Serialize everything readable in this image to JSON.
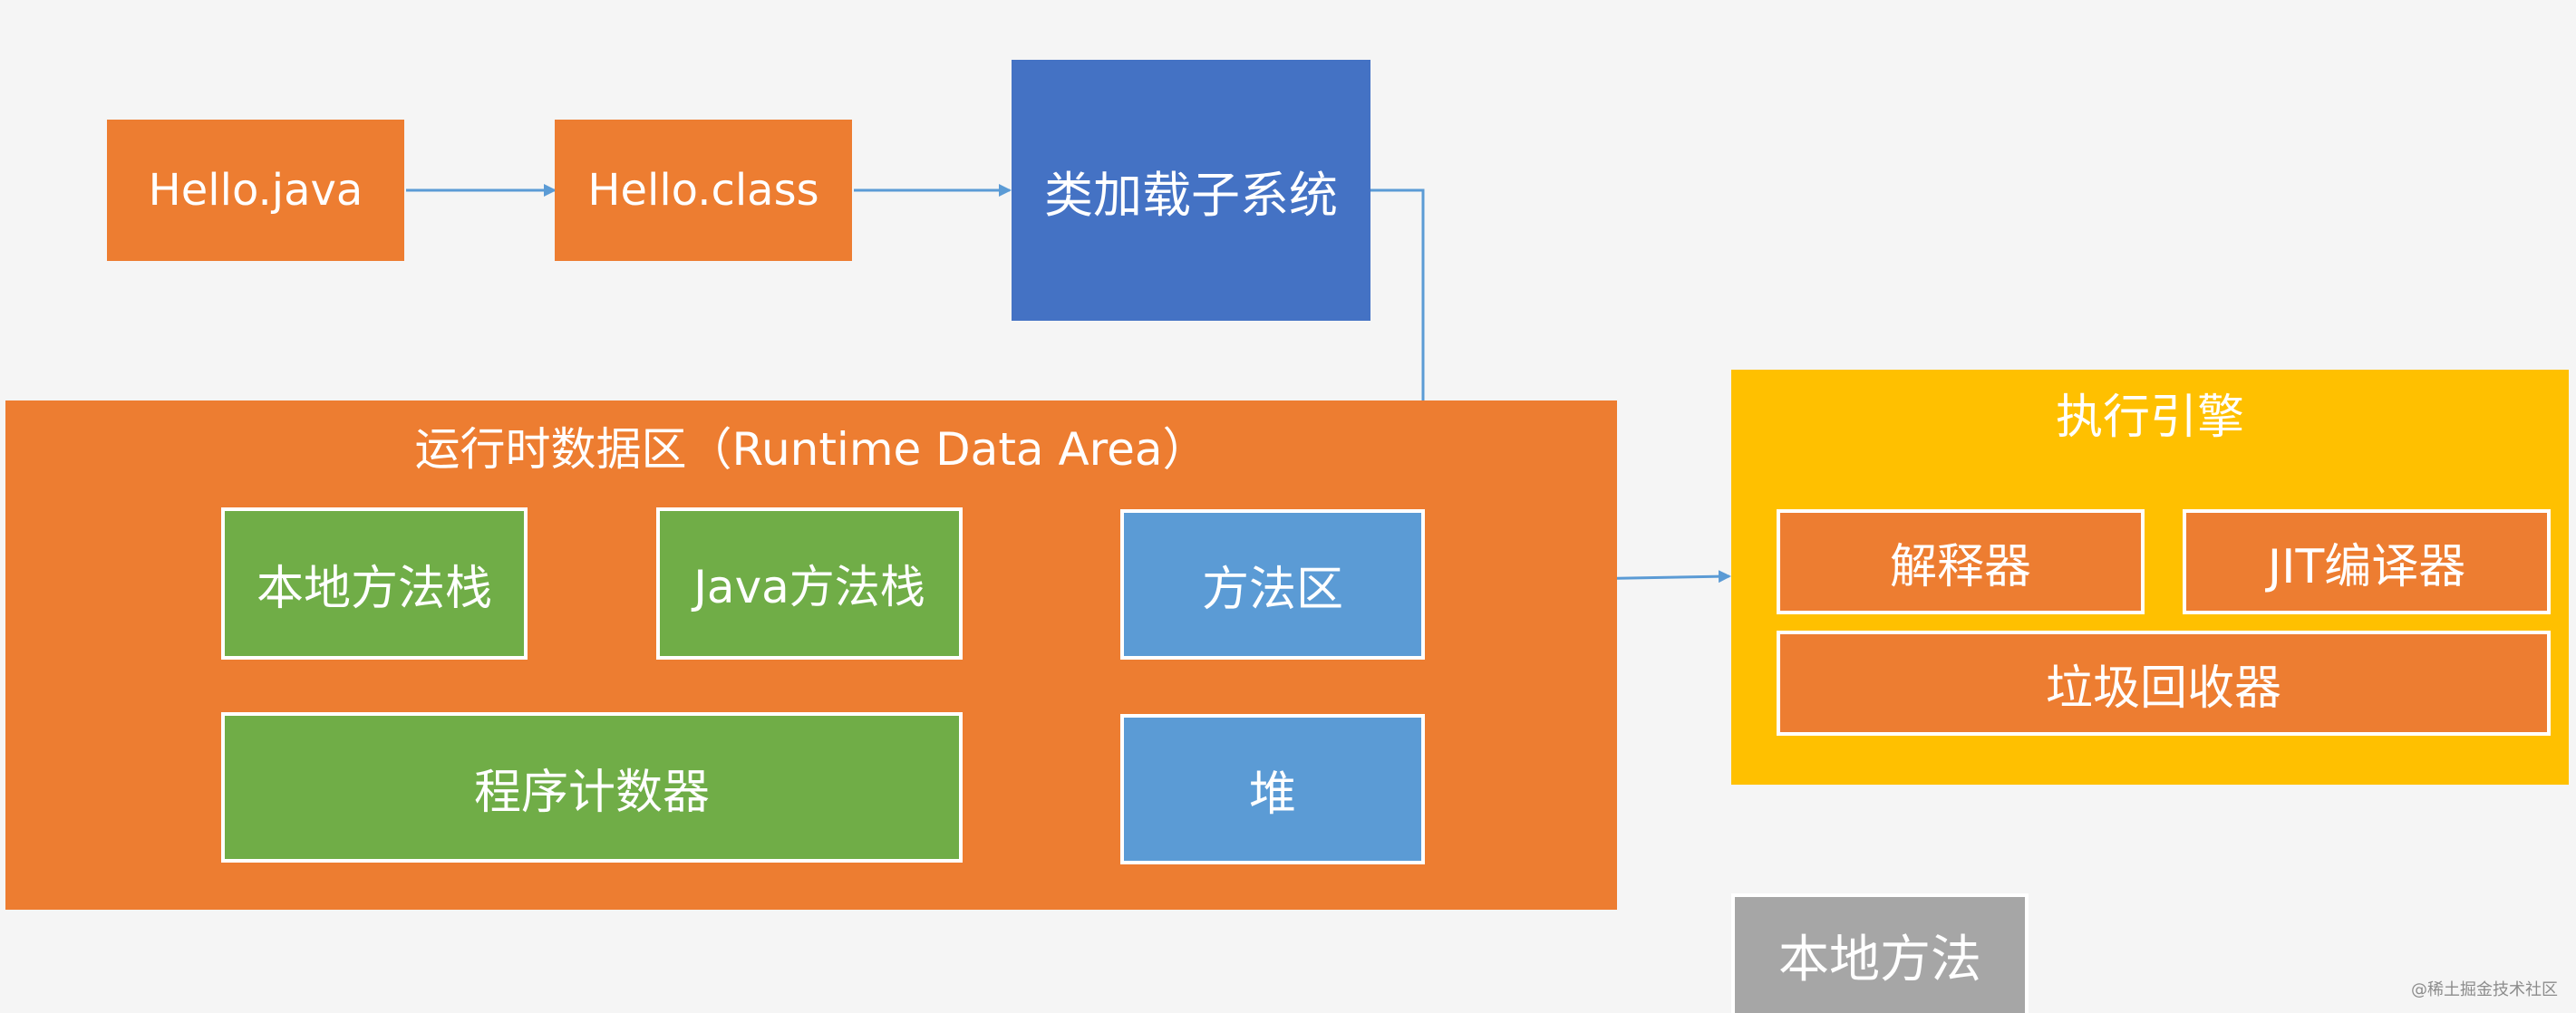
{
  "nodes": {
    "hello_java": "Hello.java",
    "hello_class": "Hello.class",
    "class_loader": "类加载子系统",
    "runtime_area_title": "运行时数据区（Runtime Data Area）",
    "native_method_stack": "本地方法栈",
    "java_method_stack": "Java方法栈",
    "method_area": "方法区",
    "program_counter": "程序计数器",
    "heap": "堆",
    "execution_engine_title": "执行引擎",
    "interpreter": "解释器",
    "jit_compiler": "JIT编译器",
    "garbage_collector": "垃圾回收器",
    "native_method": "本地方法"
  },
  "watermark": "@稀土掘金技术社区",
  "colors": {
    "orange": "#ed7d31",
    "dark_blue": "#4472c4",
    "light_blue": "#5b9bd5",
    "green": "#70ad47",
    "yellow": "#ffc000",
    "gray": "#a6a6a6",
    "arrow": "#5b9bd5"
  }
}
